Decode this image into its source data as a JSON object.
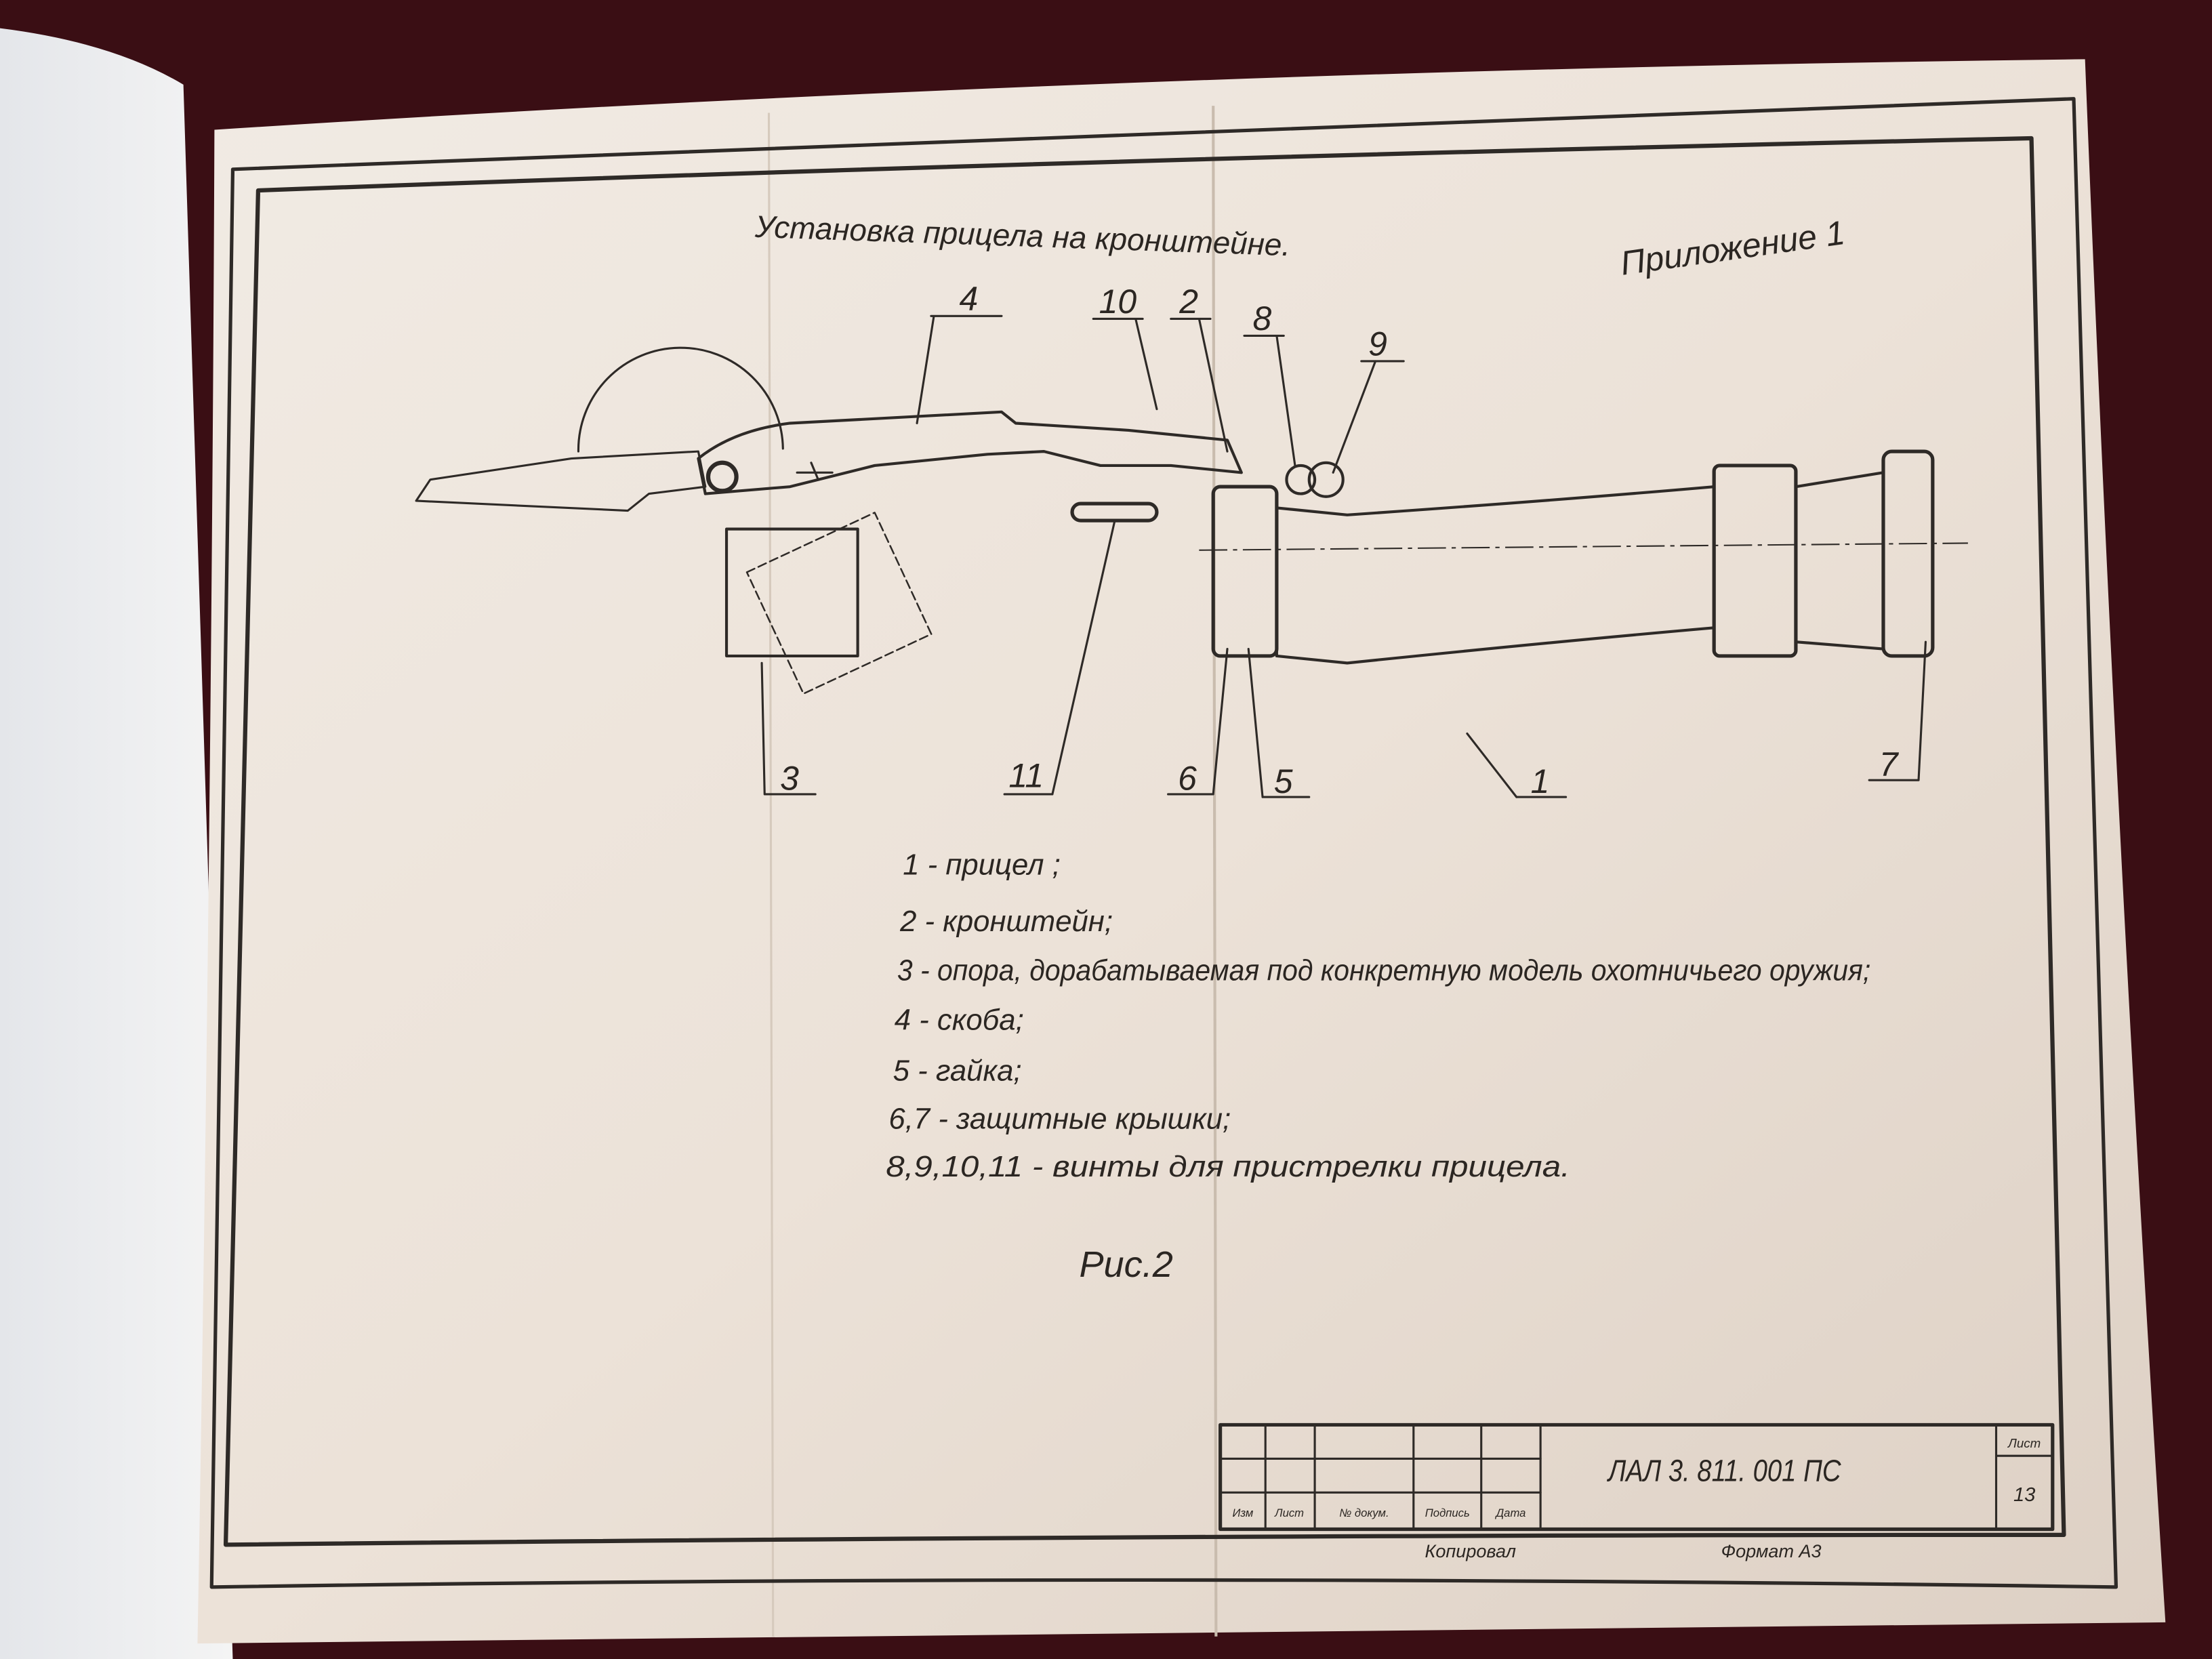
{
  "sheet": {
    "title": "Установка прицела на кронштейне.",
    "appendix": "Приложение 1",
    "figure_caption": "Рис.2"
  },
  "callouts": {
    "top": [
      "4",
      "10",
      "2",
      "8",
      "9"
    ],
    "bottom": [
      "3",
      "11",
      "6",
      "5",
      "1",
      "7"
    ]
  },
  "legend": [
    "1 - прицел ;",
    "2 - кронштейн;",
    "3 - опора, дорабатываемая под конкретную   модель охотничьего оружия;",
    "4 - скоба;",
    "5 - гайка;",
    "6,7 - защитные крышки;",
    "8,9,10,11 - винты  для  пристрелки  прицела."
  ],
  "title_block": {
    "document_code": "ЛАЛ 3. 811. 001 ПС",
    "sheet_label": "Лист",
    "sheet_number": "13",
    "columns": [
      "Изм",
      "Лист",
      "№ докум.",
      "Подпись",
      "Дата"
    ],
    "copied_label": "Копировал",
    "format_label": "Формат А3"
  },
  "colors": {
    "background": "#3a0e14",
    "paper": "#ece3da",
    "ink": "#2e2a27"
  }
}
